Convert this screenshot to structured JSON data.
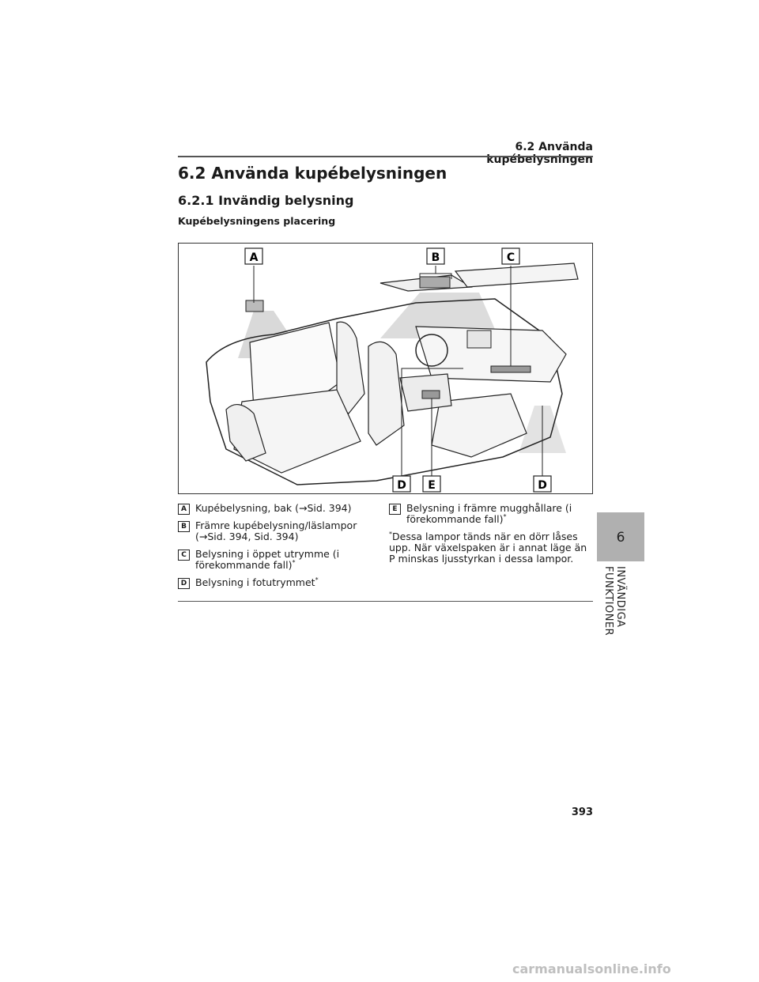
{
  "header": {
    "running_title": "6.2  Använda kupébelysningen"
  },
  "section": {
    "title": "6.2  Använda kupébelysningen",
    "subtitle": "6.2.1  Invändig belysning",
    "figure_heading": "Kupébelysningens placering"
  },
  "figure": {
    "callouts": {
      "a": "A",
      "b": "B",
      "c": "C",
      "d1": "D",
      "e": "E",
      "d2": "D"
    }
  },
  "legend": {
    "left": [
      {
        "badge": "A",
        "text": "Kupébelysning, bak (→Sid. 394)",
        "ast": ""
      },
      {
        "badge": "B",
        "text": "Främre kupébelysning/läslampor (→Sid. 394, Sid. 394)",
        "ast": ""
      },
      {
        "badge": "C",
        "text": "Belysning i öppet utrymme (i förekommande fall)",
        "ast": "*"
      },
      {
        "badge": "D",
        "text": "Belysning i fotutrymmet",
        "ast": "*"
      }
    ],
    "right": [
      {
        "badge": "E",
        "text": "Belysning i främre mugghållare (i förekommande fall)",
        "ast": "*"
      }
    ],
    "note_ast": "*",
    "note": "Dessa lampor tänds när en dörr låses upp. När växelspaken är i annat läge än P minskas ljusstyrkan i dessa lampor."
  },
  "sidebar": {
    "chapter_number": "6",
    "chapter_label": "INVÄNDIGA FUNKTIONER"
  },
  "footer": {
    "page_number": "393",
    "watermark": "carmanualsonline.info"
  }
}
